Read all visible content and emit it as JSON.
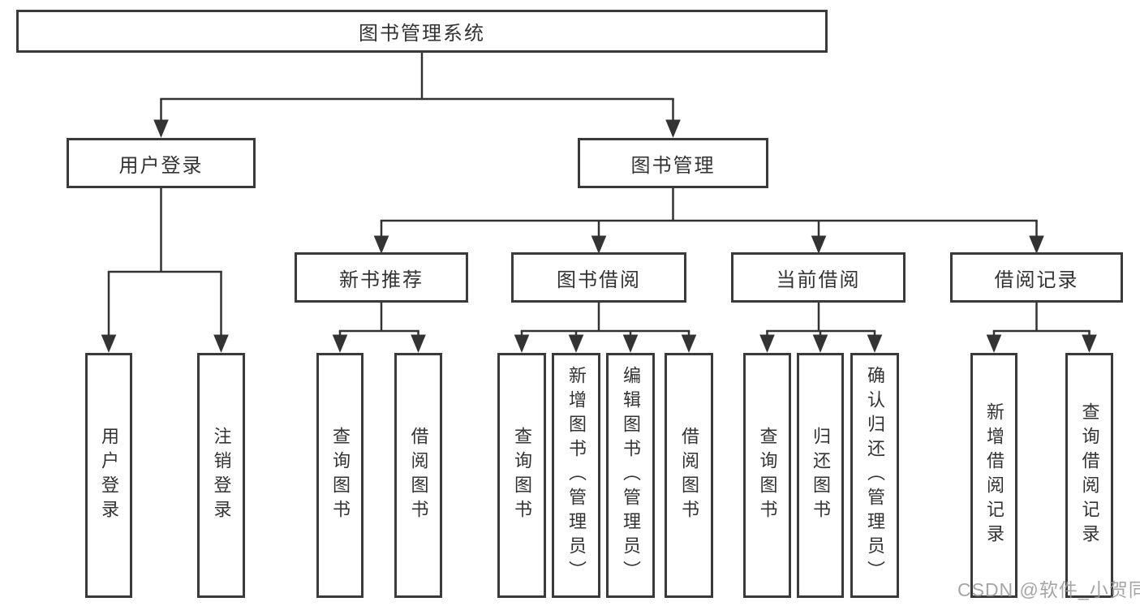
{
  "diagram": {
    "root": {
      "label": "图书管理系统"
    },
    "branches": [
      {
        "label": "用户登录",
        "children": [
          {
            "label": "用户登录"
          },
          {
            "label": "注销登录"
          }
        ]
      },
      {
        "label": "图书管理",
        "children": [
          {
            "label": "新书推荐",
            "children": [
              {
                "label": "查询图书"
              },
              {
                "label": "借阅图书"
              }
            ]
          },
          {
            "label": "图书借阅",
            "children": [
              {
                "label": "查询图书"
              },
              {
                "label": "新增图书（管理员）"
              },
              {
                "label": "编辑图书（管理员）"
              },
              {
                "label": "借阅图书"
              }
            ]
          },
          {
            "label": "当前借阅",
            "children": [
              {
                "label": "查询图书"
              },
              {
                "label": "归还图书"
              },
              {
                "label": "确认归还（管理员）"
              }
            ]
          },
          {
            "label": "借阅记录",
            "children": [
              {
                "label": "新增借阅记录"
              },
              {
                "label": "查询借阅记录"
              }
            ]
          }
        ]
      }
    ]
  },
  "watermark": {
    "text": "CSDN @软件_小贺同学"
  },
  "colors": {
    "line": "#333333",
    "box_border": "#3a3a3a",
    "text": "#333333",
    "watermark": "#989898",
    "background": "#ffffff"
  }
}
